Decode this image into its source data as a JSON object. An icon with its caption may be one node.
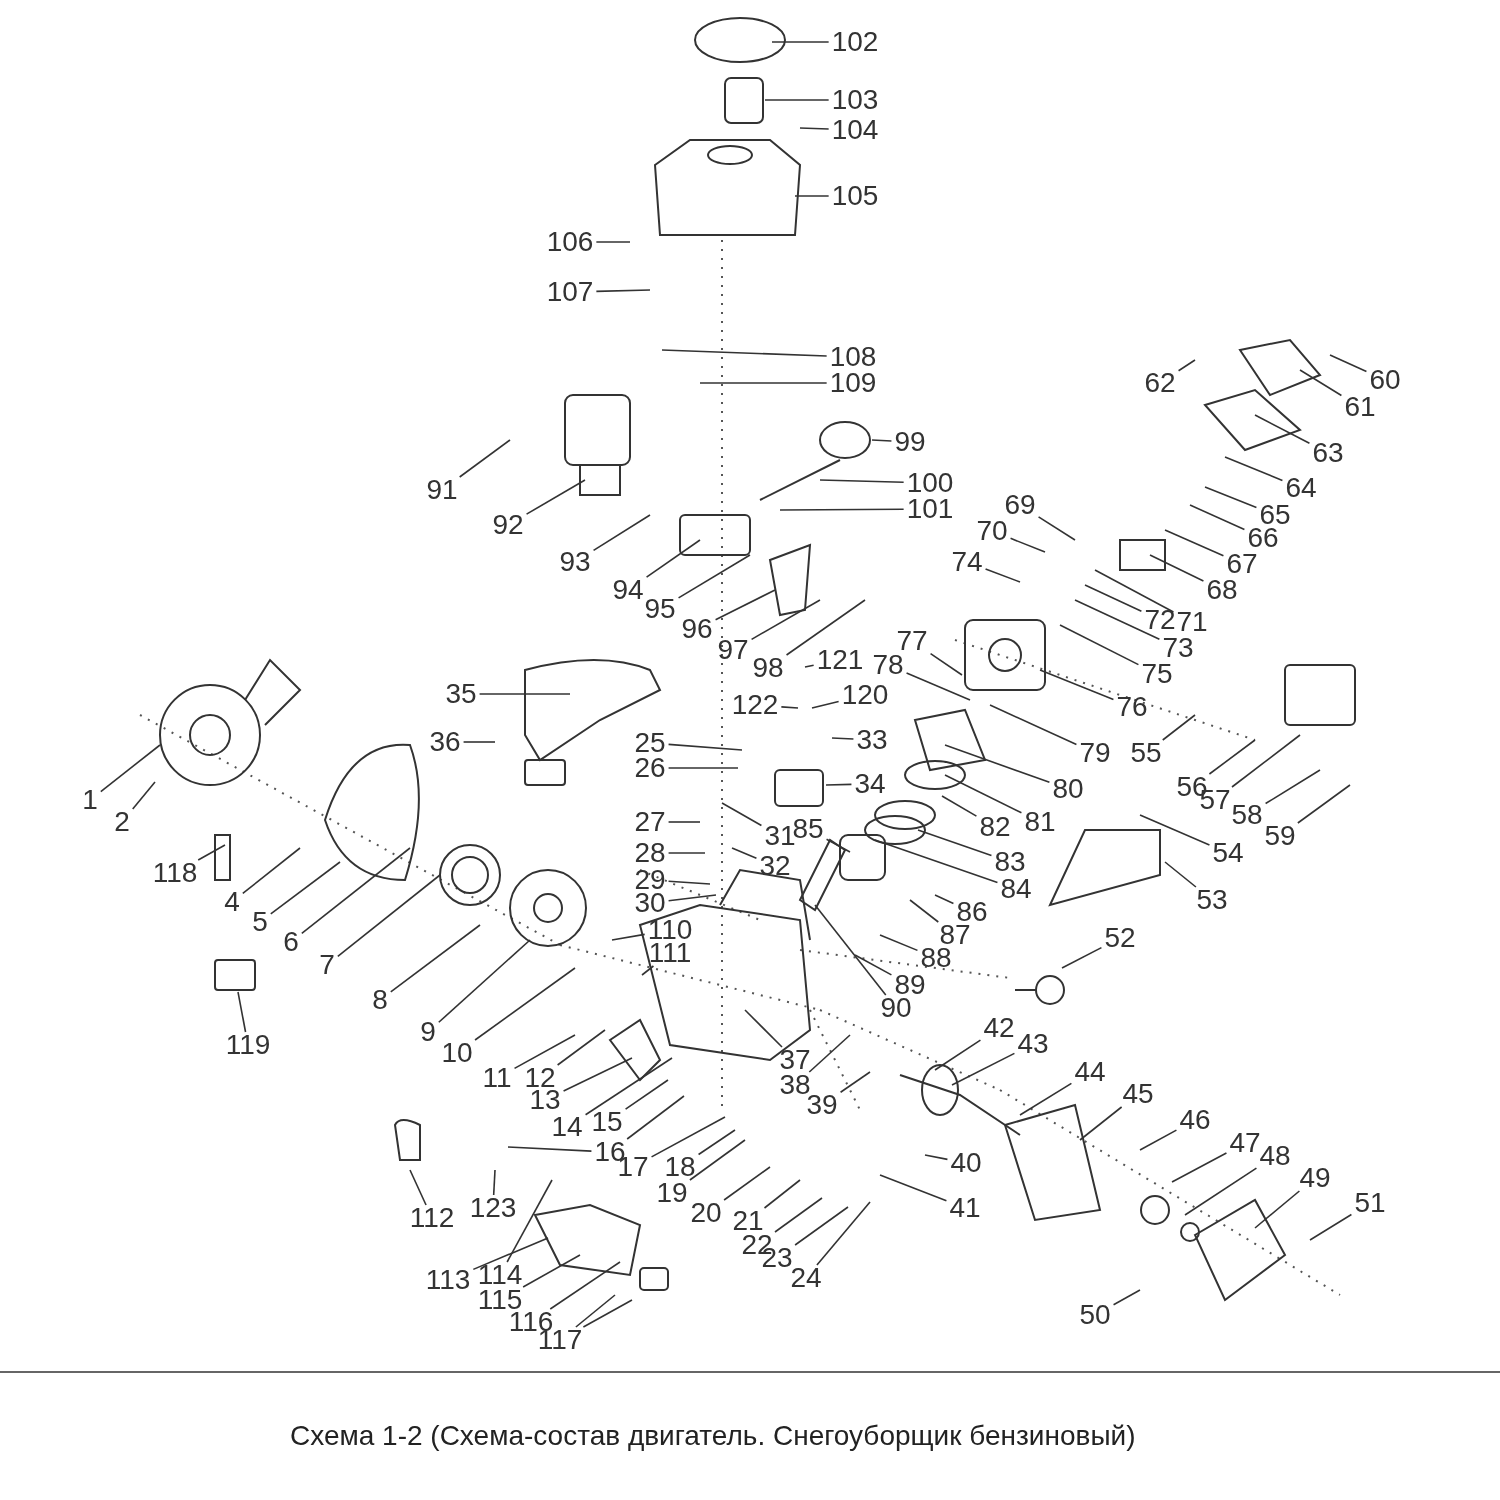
{
  "diagram": {
    "caption": "Схема 1-2 (Схема-состав двигатель. Снегоуборщик бензиновый)",
    "nodes": [
      {
        "text": [
          "1"
        ]
      },
      {
        "text": [
          "2"
        ]
      },
      {
        "text": [
          "4"
        ]
      },
      {
        "text": [
          "5"
        ]
      },
      {
        "text": [
          "6"
        ]
      },
      {
        "text": [
          "7"
        ]
      },
      {
        "text": [
          "8"
        ]
      },
      {
        "text": [
          "9"
        ]
      },
      {
        "text": [
          "10"
        ]
      },
      {
        "text": [
          "11"
        ]
      },
      {
        "text": [
          "12"
        ]
      },
      {
        "text": [
          "13"
        ]
      },
      {
        "text": [
          "14"
        ]
      },
      {
        "text": [
          "15"
        ]
      },
      {
        "text": [
          "16"
        ]
      },
      {
        "text": [
          "17"
        ]
      },
      {
        "text": [
          "18"
        ]
      },
      {
        "text": [
          "19"
        ]
      },
      {
        "text": [
          "20"
        ]
      },
      {
        "text": [
          "21"
        ]
      },
      {
        "text": [
          "22"
        ]
      },
      {
        "text": [
          "23"
        ]
      },
      {
        "text": [
          "24"
        ]
      },
      {
        "text": [
          "25"
        ]
      },
      {
        "text": [
          "26"
        ]
      },
      {
        "text": [
          "27"
        ]
      },
      {
        "text": [
          "28"
        ]
      },
      {
        "text": [
          "29"
        ]
      },
      {
        "text": [
          "30"
        ]
      },
      {
        "text": [
          "31"
        ]
      },
      {
        "text": [
          "32"
        ]
      },
      {
        "text": [
          "33"
        ]
      },
      {
        "text": [
          "34"
        ]
      },
      {
        "text": [
          "35"
        ]
      },
      {
        "text": [
          "36"
        ]
      },
      {
        "text": [
          "37"
        ]
      },
      {
        "text": [
          "38"
        ]
      },
      {
        "text": [
          "39"
        ]
      },
      {
        "text": [
          "40"
        ]
      },
      {
        "text": [
          "41"
        ]
      },
      {
        "text": [
          "42"
        ]
      },
      {
        "text": [
          "43"
        ]
      },
      {
        "text": [
          "44"
        ]
      },
      {
        "text": [
          "45"
        ]
      },
      {
        "text": [
          "46"
        ]
      },
      {
        "text": [
          "47"
        ]
      },
      {
        "text": [
          "48"
        ]
      },
      {
        "text": [
          "49"
        ]
      },
      {
        "text": [
          "50"
        ]
      },
      {
        "text": [
          "51"
        ]
      },
      {
        "text": [
          "52"
        ]
      },
      {
        "text": [
          "53"
        ]
      },
      {
        "text": [
          "54"
        ]
      },
      {
        "text": [
          "55"
        ]
      },
      {
        "text": [
          "56"
        ]
      },
      {
        "text": [
          "57"
        ]
      },
      {
        "text": [
          "58"
        ]
      },
      {
        "text": [
          "59"
        ]
      },
      {
        "text": [
          "60"
        ]
      },
      {
        "text": [
          "61"
        ]
      },
      {
        "text": [
          "62"
        ]
      },
      {
        "text": [
          "63"
        ]
      },
      {
        "text": [
          "64"
        ]
      },
      {
        "text": [
          "65"
        ]
      },
      {
        "text": [
          "66"
        ]
      },
      {
        "text": [
          "67"
        ]
      },
      {
        "text": [
          "68"
        ]
      },
      {
        "text": [
          "69"
        ]
      },
      {
        "text": [
          "70"
        ]
      },
      {
        "text": [
          "71"
        ]
      },
      {
        "text": [
          "72"
        ]
      },
      {
        "text": [
          "73"
        ]
      },
      {
        "text": [
          "74"
        ]
      },
      {
        "text": [
          "75"
        ]
      },
      {
        "text": [
          "76"
        ]
      },
      {
        "text": [
          "77"
        ]
      },
      {
        "text": [
          "78"
        ]
      },
      {
        "text": [
          "79"
        ]
      },
      {
        "text": [
          "80"
        ]
      },
      {
        "text": [
          "81"
        ]
      },
      {
        "text": [
          "82"
        ]
      },
      {
        "text": [
          "83"
        ]
      },
      {
        "text": [
          "84"
        ]
      },
      {
        "text": [
          "85"
        ]
      },
      {
        "text": [
          "86"
        ]
      },
      {
        "text": [
          "87"
        ]
      },
      {
        "text": [
          "88"
        ]
      },
      {
        "text": [
          "89"
        ]
      },
      {
        "text": [
          "90"
        ]
      },
      {
        "text": [
          "91"
        ]
      },
      {
        "text": [
          "92"
        ]
      },
      {
        "text": [
          "93"
        ]
      },
      {
        "text": [
          "94"
        ]
      },
      {
        "text": [
          "95"
        ]
      },
      {
        "text": [
          "96"
        ]
      },
      {
        "text": [
          "97"
        ]
      },
      {
        "text": [
          "98"
        ]
      },
      {
        "text": [
          "99"
        ]
      },
      {
        "text": [
          "100"
        ]
      },
      {
        "text": [
          "101"
        ]
      },
      {
        "text": [
          "102"
        ]
      },
      {
        "text": [
          "103"
        ]
      },
      {
        "text": [
          "104"
        ]
      },
      {
        "text": [
          "105"
        ]
      },
      {
        "text": [
          "106"
        ]
      },
      {
        "text": [
          "107"
        ]
      },
      {
        "text": [
          "108"
        ]
      },
      {
        "text": [
          "109"
        ]
      },
      {
        "text": [
          "110"
        ]
      },
      {
        "text": [
          "111"
        ]
      },
      {
        "text": [
          "112"
        ]
      },
      {
        "text": [
          "113"
        ]
      },
      {
        "text": [
          "114"
        ]
      },
      {
        "text": [
          "115"
        ]
      },
      {
        "text": [
          "116"
        ]
      },
      {
        "text": [
          "117"
        ]
      },
      {
        "text": [
          "118"
        ]
      },
      {
        "text": [
          "119"
        ]
      },
      {
        "text": [
          "120"
        ]
      },
      {
        "text": [
          "121"
        ]
      },
      {
        "text": [
          "122"
        ]
      },
      {
        "text": [
          "123"
        ]
      }
    ],
    "edges": [
      {
        "from": 0,
        "to": null,
        "arrow": "none"
      },
      {
        "from": 1,
        "to": null,
        "arrow": "none"
      },
      {
        "from": 2,
        "to": null,
        "arrow": "none"
      },
      {
        "from": 3,
        "to": null,
        "arrow": "none"
      },
      {
        "from": 4,
        "to": null,
        "arrow": "none"
      },
      {
        "from": 5,
        "to": null,
        "arrow": "none"
      },
      {
        "from": 6,
        "to": null,
        "arrow": "none"
      },
      {
        "from": 7,
        "to": null,
        "arrow": "none"
      },
      {
        "from": 8,
        "to": null,
        "arrow": "none"
      },
      {
        "from": 9,
        "to": null,
        "arrow": "none"
      },
      {
        "from": 10,
        "to": null,
        "arrow": "none"
      },
      {
        "from": 11,
        "to": null,
        "arrow": "none"
      },
      {
        "from": 12,
        "to": null,
        "arrow": "none"
      },
      {
        "from": 13,
        "to": null,
        "arrow": "none"
      },
      {
        "from": 14,
        "to": null,
        "arrow": "none"
      },
      {
        "from": 14,
        "to": null,
        "arrow": "none"
      },
      {
        "from": 15,
        "to": null,
        "arrow": "none"
      },
      {
        "from": 16,
        "to": null,
        "arrow": "none"
      },
      {
        "from": 17,
        "to": null,
        "arrow": "none"
      },
      {
        "from": 18,
        "to": null,
        "arrow": "none"
      },
      {
        "from": 19,
        "to": null,
        "arrow": "none"
      },
      {
        "from": 20,
        "to": null,
        "arrow": "none"
      },
      {
        "from": 21,
        "to": null,
        "arrow": "none"
      },
      {
        "from": 22,
        "to": null,
        "arrow": "none"
      },
      {
        "from": 23,
        "to": null,
        "arrow": "none"
      },
      {
        "from": 24,
        "to": null,
        "arrow": "none"
      },
      {
        "from": 25,
        "to": null,
        "arrow": "none"
      },
      {
        "from": 26,
        "to": null,
        "arrow": "none"
      },
      {
        "from": 27,
        "to": null,
        "arrow": "none"
      },
      {
        "from": 28,
        "to": null,
        "arrow": "none"
      },
      {
        "from": 29,
        "to": null,
        "arrow": "none"
      },
      {
        "from": 30,
        "to": null,
        "arrow": "none"
      },
      {
        "from": 31,
        "to": null,
        "arrow": "none"
      },
      {
        "from": 32,
        "to": null,
        "arrow": "none"
      },
      {
        "from": 33,
        "to": null,
        "arrow": "none"
      },
      {
        "from": 34,
        "to": null,
        "arrow": "none"
      },
      {
        "from": 35,
        "to": null,
        "arrow": "none"
      },
      {
        "from": 36,
        "to": null,
        "arrow": "none"
      },
      {
        "from": 37,
        "to": null,
        "arrow": "none"
      },
      {
        "from": 38,
        "to": null,
        "arrow": "none"
      },
      {
        "from": 39,
        "to": null,
        "arrow": "none"
      },
      {
        "from": 40,
        "to": null,
        "arrow": "none"
      },
      {
        "from": 41,
        "to": null,
        "arrow": "none"
      },
      {
        "from": 42,
        "to": null,
        "arrow": "none"
      },
      {
        "from": 43,
        "to": null,
        "arrow": "none"
      },
      {
        "from": 44,
        "to": null,
        "arrow": "none"
      },
      {
        "from": 45,
        "to": null,
        "arrow": "none"
      },
      {
        "from": 46,
        "to": null,
        "arrow": "none"
      },
      {
        "from": 47,
        "to": null,
        "arrow": "none"
      },
      {
        "from": 48,
        "to": null,
        "arrow": "none"
      },
      {
        "from": 49,
        "to": null,
        "arrow": "none"
      },
      {
        "from": 50,
        "to": null,
        "arrow": "none"
      },
      {
        "from": 51,
        "to": null,
        "arrow": "none"
      },
      {
        "from": 52,
        "to": null,
        "arrow": "none"
      },
      {
        "from": 53,
        "to": null,
        "arrow": "none"
      },
      {
        "from": 54,
        "to": null,
        "arrow": "none"
      },
      {
        "from": 55,
        "to": null,
        "arrow": "none"
      },
      {
        "from": 56,
        "to": null,
        "arrow": "none"
      },
      {
        "from": 57,
        "to": null,
        "arrow": "none"
      },
      {
        "from": 58,
        "to": null,
        "arrow": "none"
      },
      {
        "from": 59,
        "to": null,
        "arrow": "none"
      },
      {
        "from": 60,
        "to": null,
        "arrow": "none"
      },
      {
        "from": 61,
        "to": null,
        "arrow": "none"
      },
      {
        "from": 62,
        "to": null,
        "arrow": "none"
      },
      {
        "from": 63,
        "to": null,
        "arrow": "none"
      },
      {
        "from": 64,
        "to": null,
        "arrow": "none"
      },
      {
        "from": 65,
        "to": null,
        "arrow": "none"
      },
      {
        "from": 66,
        "to": null,
        "arrow": "none"
      },
      {
        "from": 67,
        "to": null,
        "arrow": "none"
      },
      {
        "from": 68,
        "to": null,
        "arrow": "none"
      },
      {
        "from": 69,
        "to": null,
        "arrow": "none"
      },
      {
        "from": 70,
        "to": null,
        "arrow": "none"
      },
      {
        "from": 71,
        "to": null,
        "arrow": "none"
      },
      {
        "from": 72,
        "to": null,
        "arrow": "none"
      },
      {
        "from": 73,
        "to": null,
        "arrow": "none"
      },
      {
        "from": 74,
        "to": null,
        "arrow": "none"
      },
      {
        "from": 75,
        "to": null,
        "arrow": "none"
      },
      {
        "from": 76,
        "to": null,
        "arrow": "none"
      },
      {
        "from": 77,
        "to": null,
        "arrow": "none"
      },
      {
        "from": 78,
        "to": null,
        "arrow": "none"
      },
      {
        "from": 79,
        "to": null,
        "arrow": "none"
      },
      {
        "from": 80,
        "to": null,
        "arrow": "none"
      },
      {
        "from": 81,
        "to": null,
        "arrow": "none"
      },
      {
        "from": 82,
        "to": null,
        "arrow": "none"
      },
      {
        "from": 83,
        "to": null,
        "arrow": "none"
      },
      {
        "from": 84,
        "to": null,
        "arrow": "none"
      },
      {
        "from": 85,
        "to": null,
        "arrow": "none"
      },
      {
        "from": 86,
        "to": null,
        "arrow": "none"
      },
      {
        "from": 87,
        "to": null,
        "arrow": "none"
      },
      {
        "from": 88,
        "to": null,
        "arrow": "none"
      },
      {
        "from": 89,
        "to": null,
        "arrow": "none"
      },
      {
        "from": 90,
        "to": null,
        "arrow": "none"
      },
      {
        "from": 91,
        "to": null,
        "arrow": "none"
      },
      {
        "from": 92,
        "to": null,
        "arrow": "none"
      },
      {
        "from": 93,
        "to": null,
        "arrow": "none"
      },
      {
        "from": 94,
        "to": null,
        "arrow": "none"
      },
      {
        "from": 95,
        "to": null,
        "arrow": "none"
      },
      {
        "from": 96,
        "to": null,
        "arrow": "none"
      },
      {
        "from": 97,
        "to": null,
        "arrow": "none"
      },
      {
        "from": 98,
        "to": null,
        "arrow": "none"
      },
      {
        "from": 99,
        "to": null,
        "arrow": "none"
      },
      {
        "from": 100,
        "to": null,
        "arrow": "none"
      },
      {
        "from": 101,
        "to": null,
        "arrow": "none"
      },
      {
        "from": 102,
        "to": null,
        "arrow": "none"
      },
      {
        "from": 103,
        "to": null,
        "arrow": "none"
      },
      {
        "from": 104,
        "to": null,
        "arrow": "none"
      },
      {
        "from": 105,
        "to": null,
        "arrow": "none"
      },
      {
        "from": 106,
        "to": null,
        "arrow": "none"
      },
      {
        "from": 107,
        "to": null,
        "arrow": "none"
      },
      {
        "from": 108,
        "to": null,
        "arrow": "none"
      },
      {
        "from": 109,
        "to": null,
        "arrow": "none"
      },
      {
        "from": 110,
        "to": null,
        "arrow": "none"
      },
      {
        "from": 111,
        "to": null,
        "arrow": "none"
      },
      {
        "from": 112,
        "to": null,
        "arrow": "none"
      },
      {
        "from": 113,
        "to": null,
        "arrow": "none"
      },
      {
        "from": 114,
        "to": null,
        "arrow": "none"
      },
      {
        "from": 115,
        "to": null,
        "arrow": "none"
      },
      {
        "from": 115,
        "to": null,
        "arrow": "none"
      },
      {
        "from": 116,
        "to": null,
        "arrow": "none"
      },
      {
        "from": 117,
        "to": null,
        "arrow": "none"
      },
      {
        "from": 118,
        "to": null,
        "arrow": "none"
      },
      {
        "from": 119,
        "to": null,
        "arrow": "none"
      },
      {
        "from": 120,
        "to": null,
        "arrow": "none"
      },
      {
        "from": 121,
        "to": null,
        "arrow": "none"
      }
    ]
  }
}
